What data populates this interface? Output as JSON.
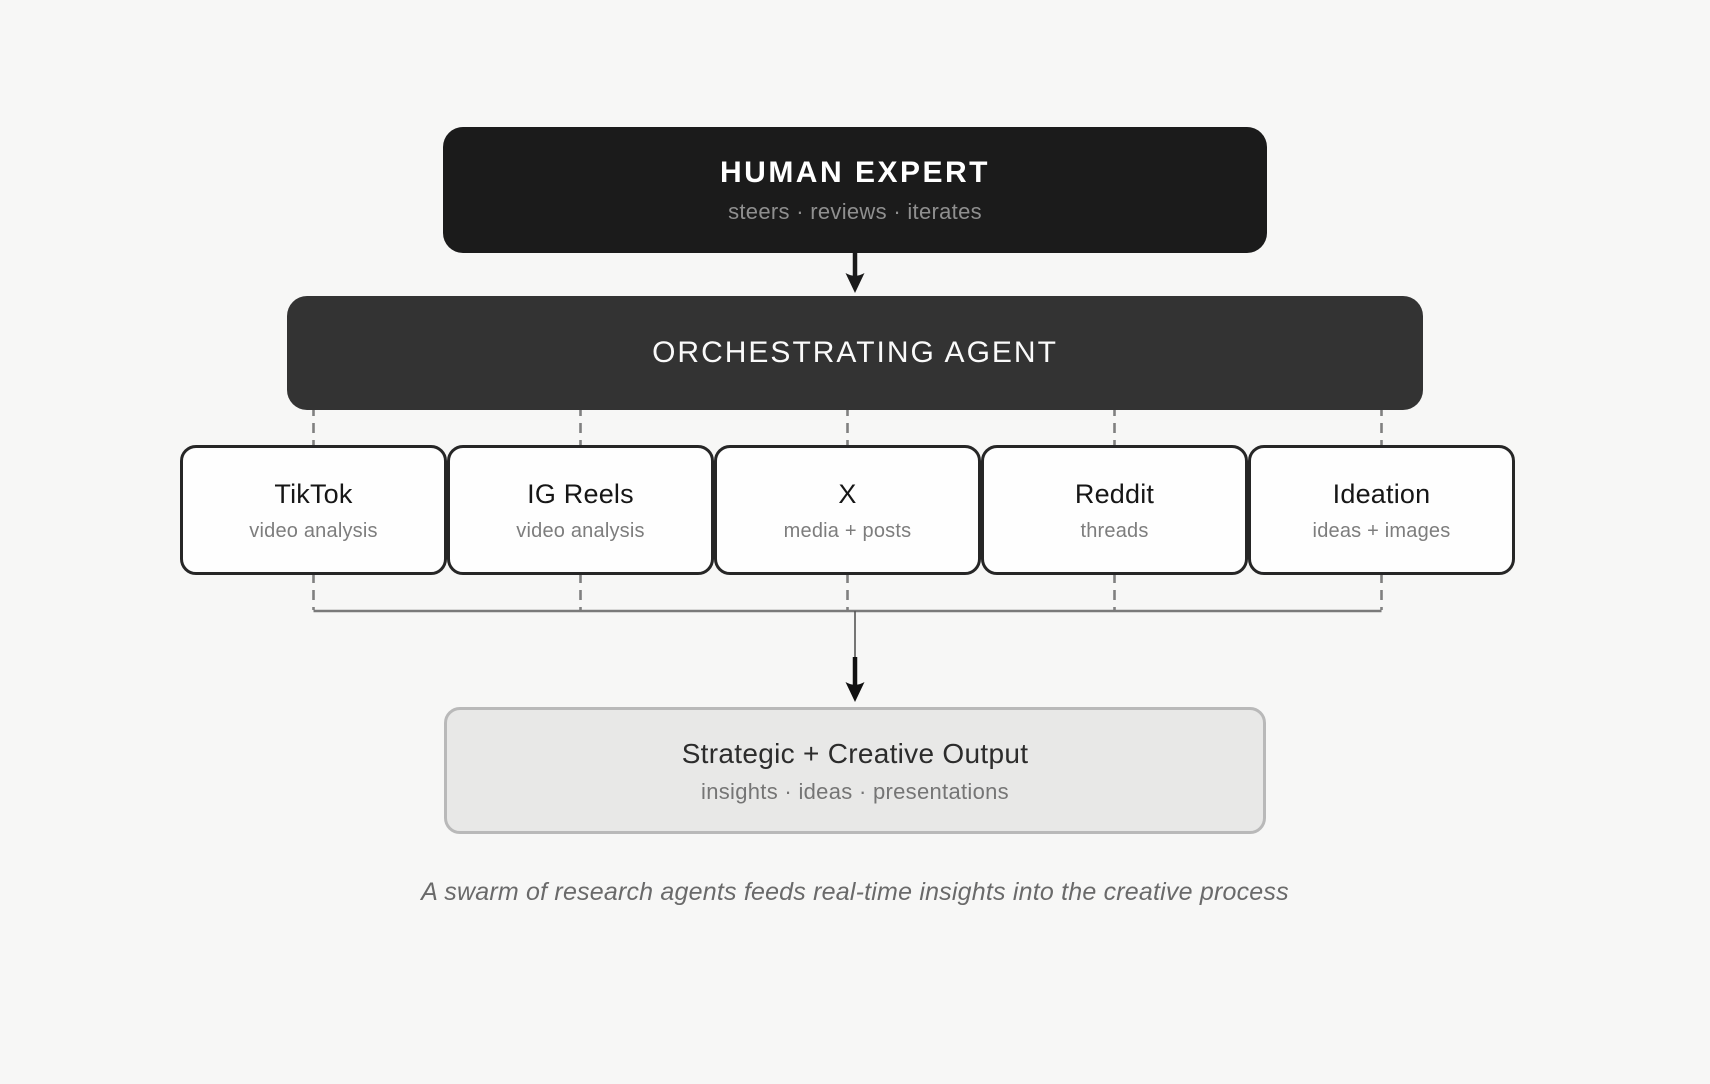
{
  "page": {
    "background_color": "#f7f7f6"
  },
  "diagram": {
    "human_expert": {
      "title": "HUMAN EXPERT",
      "subtitle": "steers · reviews · iterates",
      "bg_color": "#1b1b1b",
      "title_color": "#ffffff",
      "subtitle_color": "#8f8f8f"
    },
    "orchestrator": {
      "title": "ORCHESTRATING AGENT",
      "bg_color": "#333333",
      "title_color": "#fafafa"
    },
    "agents": [
      {
        "title": "TikTok",
        "subtitle": "video analysis"
      },
      {
        "title": "IG Reels",
        "subtitle": "video analysis"
      },
      {
        "title": "X",
        "subtitle": "media + posts"
      },
      {
        "title": "Reddit",
        "subtitle": "threads"
      },
      {
        "title": "Ideation",
        "subtitle": "ideas + images"
      }
    ],
    "agent_card_style": {
      "bg_color": "#fefefe",
      "border_color": "#262626"
    },
    "output": {
      "title": "Strategic + Creative Output",
      "subtitle": "insights · ideas · presentations",
      "bg_color": "#e8e8e7",
      "border_color": "#b9b9b9"
    },
    "caption": "A swarm of research agents feeds real-time insights into the creative process",
    "connector_colors": {
      "dashed_line": "#808080",
      "merge_line": "#7a7a7a",
      "arrow": "#1a1a1a"
    }
  }
}
